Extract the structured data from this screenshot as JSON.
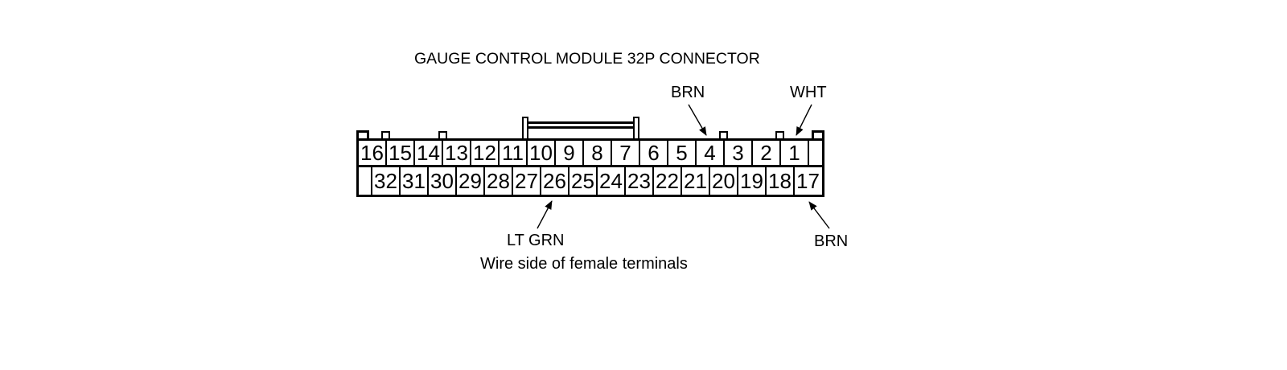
{
  "title": "GAUGE CONTROL MODULE 32P CONNECTOR",
  "caption": "Wire side of female terminals",
  "connector": {
    "name": "Gauge Control Module 32P Connector",
    "pin_count": 32,
    "view": "wire side, female terminals",
    "top_row": [
      "16",
      "15",
      "14",
      "13",
      "12",
      "11",
      "10",
      "9",
      "8",
      "7",
      "6",
      "5",
      "4",
      "3",
      "2",
      "1"
    ],
    "bottom_row": [
      "32",
      "31",
      "30",
      "29",
      "28",
      "27",
      "26",
      "25",
      "24",
      "23",
      "22",
      "21",
      "20",
      "19",
      "18",
      "17"
    ],
    "blank_cell_top_row": "right end",
    "blank_cell_bottom_row": "left end"
  },
  "wire_labels": [
    {
      "pin": "4",
      "color_code": "BRN",
      "position": "top"
    },
    {
      "pin": "1",
      "color_code": "WHT",
      "position": "top"
    },
    {
      "pin": "26",
      "color_code": "LT GRN",
      "position": "bottom"
    },
    {
      "pin": "17",
      "color_code": "BRN",
      "position": "bottom"
    }
  ],
  "colors": {
    "line": "#000000",
    "background": "#ffffff",
    "text": "#000000"
  }
}
